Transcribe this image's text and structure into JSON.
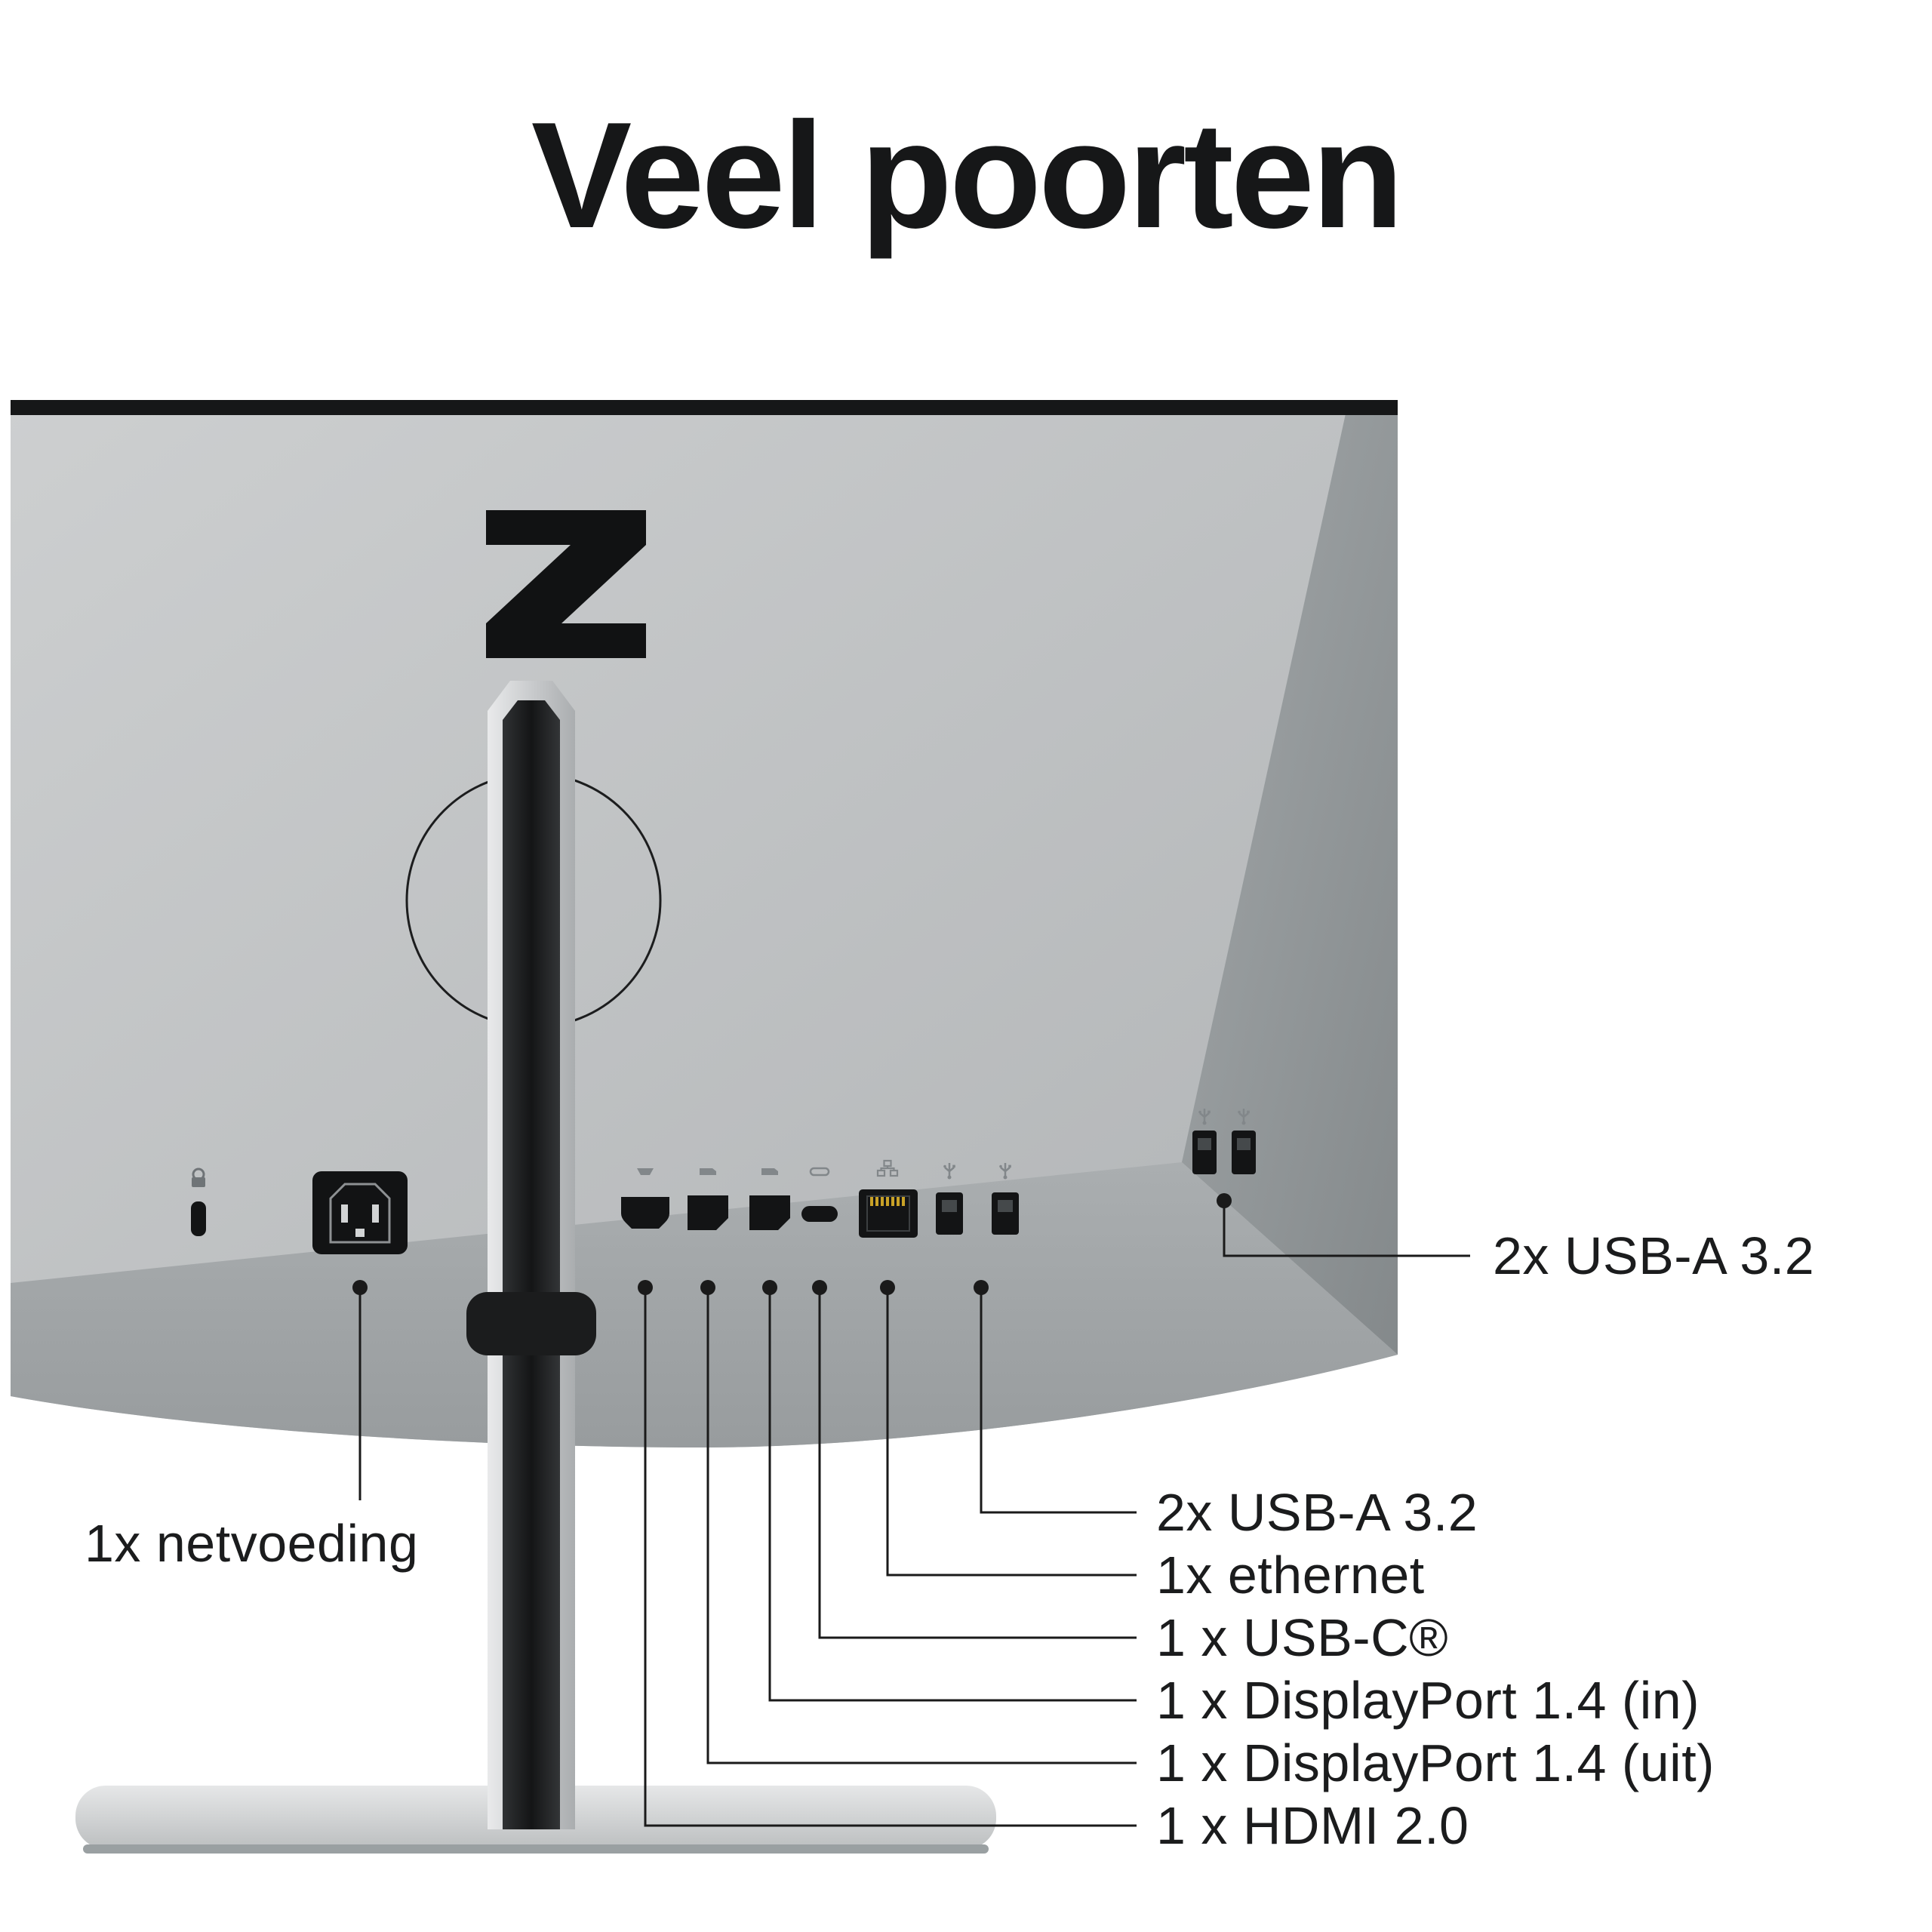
{
  "title": "Veel poorten",
  "logo": "Z",
  "callouts": {
    "right_usb": {
      "label": "2x USB-A 3.2"
    },
    "power": {
      "label": "1x netvoeding"
    },
    "stack": [
      {
        "label": "2x USB-A 3.2"
      },
      {
        "label": "1x ethernet"
      },
      {
        "label": "1 x USB-C®"
      },
      {
        "label": "1 x DisplayPort 1.4 (in)"
      },
      {
        "label": "1 x DisplayPort 1.4 (uit)"
      },
      {
        "label": "1 x HDMI 2.0"
      }
    ]
  },
  "ports": {
    "left_group": [
      "kensington-lock-slot",
      "power-inlet"
    ],
    "bottom_group": [
      "hdmi",
      "displayport-out",
      "displayport-in",
      "usb-c",
      "ethernet",
      "usb-a",
      "usb-a"
    ],
    "side_group": [
      "usb-a",
      "usb-a"
    ]
  },
  "icons": {
    "logo": "hp-z-logo",
    "kensington": "kensington-lock-icon",
    "hdmi_glyph": "hdmi-port-icon",
    "displayport_glyph": "displayport-icon",
    "usb_c_glyph": "usb-c-icon",
    "ethernet_glyph": "ethernet-network-icon",
    "usb_a_glyph": "usb-trident-icon"
  },
  "colors": {
    "background": "#ffffff",
    "title_text": "#161718",
    "label_text": "#1b1c1d",
    "monitor_body": "#c0c3c5",
    "monitor_right_facet": "#969b9d",
    "monitor_bottom_facet": "#a4a8aa",
    "vent_strip": "#161718",
    "stand_silver": "#d7d9da",
    "stand_dark": "#1f2122",
    "port_black": "#131415",
    "callout_line": "#1a1a1a"
  }
}
